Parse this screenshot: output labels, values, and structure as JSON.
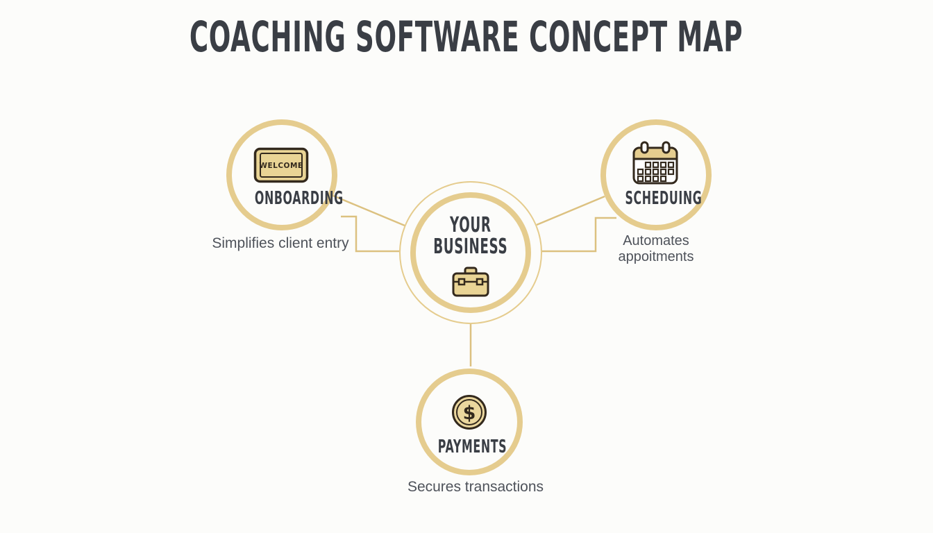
{
  "title": "COACHING SOFTWARE CONCEPT MAP",
  "center_node": {
    "label_line1": "YOUR",
    "label_line2": "BUSINESS",
    "icon": "briefcase-icon"
  },
  "nodes": {
    "onboarding": {
      "label": "ONBOARDING",
      "description": "Simplifies client entry",
      "icon": "welcome-mat-icon",
      "mat_text": "WELCOME"
    },
    "scheduling": {
      "label": "SCHEDUING",
      "description": "Automates appoitments",
      "icon": "calendar-icon"
    },
    "payments": {
      "label": "PAYMENTS",
      "description": "Secures transactions",
      "icon": "dollar-coin-icon",
      "coin_symbol": "$"
    }
  },
  "colors": {
    "background": "#FCFCFA",
    "gold_ring": "#E5CC8E",
    "gold_line": "#DCC180",
    "gold_fill": "#E9D495",
    "icon_outline": "#33291D",
    "heading_text": "#3A3E45",
    "body_text": "#4E525A"
  }
}
